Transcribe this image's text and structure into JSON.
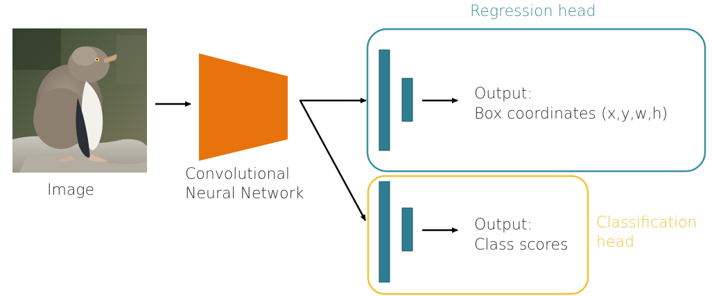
{
  "image_label": "Image",
  "cnn_label": [
    "Convolutional",
    "Neural Network"
  ],
  "regression_head": {
    "title": "Regression head",
    "output_line1": "Output:",
    "output_line2": "Box coordinates  (x,y,w,h)",
    "color": "#3a8fa0"
  },
  "classification_head": {
    "title": [
      "Classification",
      "head"
    ],
    "output_line1": "Output:",
    "output_line2": "Class scores",
    "color": "#f1c232"
  },
  "colors": {
    "cnn": "#e8720c",
    "layer": "#2e7d93",
    "arrow": "#000000"
  }
}
